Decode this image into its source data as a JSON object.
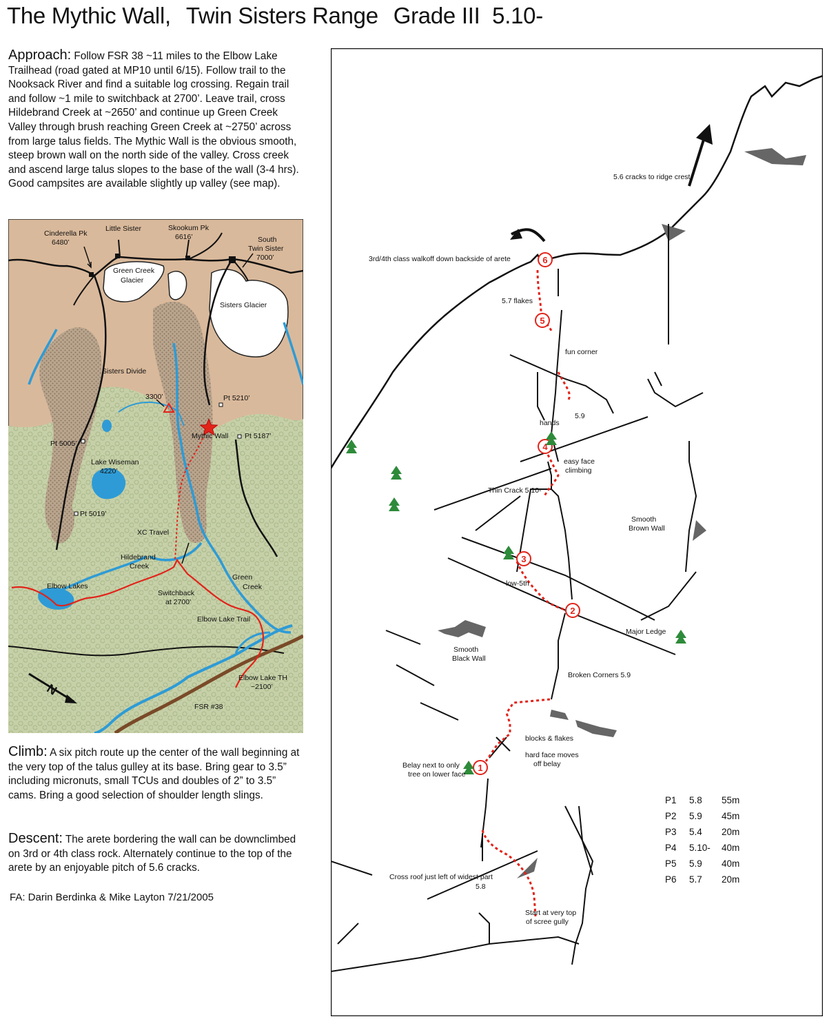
{
  "title": {
    "route": "The Mythic Wall,",
    "range": "Twin Sisters Range",
    "grade": "Grade III  5.10-"
  },
  "approach": {
    "heading": "Approach:",
    "text": "Follow FSR 38 ~11 miles to the Elbow Lake Trailhead (road gated at MP10 until 6/15). Follow trail to the Nooksack River and find a suitable log crossing. Regain trail and follow ~1 mile to switchback at 2700’. Leave trail, cross Hildebrand Creek at ~2650’ and continue up Green Creek Valley through brush reaching Green Creek at ~2750’ across from large talus fields. The Mythic Wall is the obvious smooth, steep brown wall on the north side of the valley. Cross creek and ascend large talus slopes to the base of the wall (3-4 hrs). Good campsites are available slightly up valley (see map)."
  },
  "climb": {
    "heading": "Climb:",
    "text": "A six pitch route up the center of the wall beginning at the very top of the talus gulley at its base. Bring gear to 3.5” including micronuts, small TCUs and doubles of 2” to 3.5” cams. Bring a good selection of shoulder length slings."
  },
  "descent": {
    "heading": "Descent:",
    "text": "The arete bordering the wall can be downclimbed on 3rd or 4th class rock. Alternately continue to the top of the arete by an enjoyable pitch of 5.6 cracks."
  },
  "fa": "FA:  Darin Berdinka & Mike Layton 7/21/2005",
  "map": {
    "labels": {
      "cinderella": "Cinderella Pk",
      "cinderella_elev": "6480’",
      "little_sister": "Little Sister",
      "skookum": "Skookum Pk",
      "skookum_elev": "6616’",
      "south_twin": "South",
      "south_twin2": "Twin Sister",
      "south_twin_elev": "7000’",
      "green_creek_glacier": "Green Creek",
      "green_creek_glacier2": "Glacier",
      "sisters_glacier": "Sisters Glacier",
      "sisters_divide": "Sisters Divide",
      "pt3300": "3300’",
      "pt5210": "Pt 5210’",
      "mythic_wall": "Mythic Wall",
      "pt5187": "Pt 5187’",
      "pt5005": "Pt 5005’",
      "lake_wiseman": "Lake Wiseman",
      "lake_wiseman_elev": "4220’",
      "pt5019": "Pt 5019’",
      "xc_travel": "XC Travel",
      "hildebrand": "Hildebrand",
      "hildebrand2": "Creek",
      "green_creek": "Green",
      "green_creek2": "Creek",
      "elbow_lakes": "Elbow Lakes",
      "switchback": "Switchback",
      "switchback2": "at 2700’",
      "elbow_lake_trail": "Elbow Lake Trail",
      "elbow_th": "Elbow Lake TH",
      "elbow_th2": "~2100’",
      "fsr": "FSR #38",
      "north": "N"
    },
    "colors": {
      "land": "#d9b99b",
      "forest": "#c3cfa6",
      "water": "#2e9bd6",
      "trail": "#e2231a",
      "road": "#7a4a28",
      "glacier": "#ffffff"
    }
  },
  "topo": {
    "labels": {
      "ridge_crest": "5.6 cracks to ridge crest",
      "walkoff": "3rd/4th class walkoff down backside of arete",
      "flakes": "5.7 flakes",
      "fun_corner": "fun corner",
      "p59": "5.9",
      "hands": "hands",
      "easy_face": "easy face",
      "easy_face2": "climbing",
      "thin_crack": "Thin Crack 5.10-",
      "smooth_brown": "Smooth",
      "smooth_brown2": "Brown Wall",
      "low5th": "low-5th",
      "major_ledge": "Major Ledge",
      "smooth_black": "Smooth",
      "smooth_black2": "Black Wall",
      "broken_corners": "Broken Corners 5.9",
      "blocks": "blocks & flakes",
      "hard_face": "hard face moves",
      "hard_face2": "off belay",
      "belay": "Belay next to only",
      "belay2": "tree on lower face",
      "cross_roof": "Cross roof just left of widest part",
      "cross_roof2": "5.8",
      "start": "Start at very top",
      "start2": "of scree gully"
    },
    "belays": [
      "1",
      "2",
      "3",
      "4",
      "5",
      "6"
    ],
    "pitches": [
      {
        "pitch": "P1",
        "grade": "5.8",
        "length": "55m"
      },
      {
        "pitch": "P2",
        "grade": "5.9",
        "length": "45m"
      },
      {
        "pitch": "P3",
        "grade": "5.4",
        "length": "20m"
      },
      {
        "pitch": "P4",
        "grade": "5.10-",
        "length": "40m"
      },
      {
        "pitch": "P5",
        "grade": "5.9",
        "length": "40m"
      },
      {
        "pitch": "P6",
        "grade": "5.7",
        "length": "20m"
      }
    ],
    "colors": {
      "route": "#e2231a",
      "rock": "#555555",
      "tree": "#2e8b3a"
    }
  }
}
